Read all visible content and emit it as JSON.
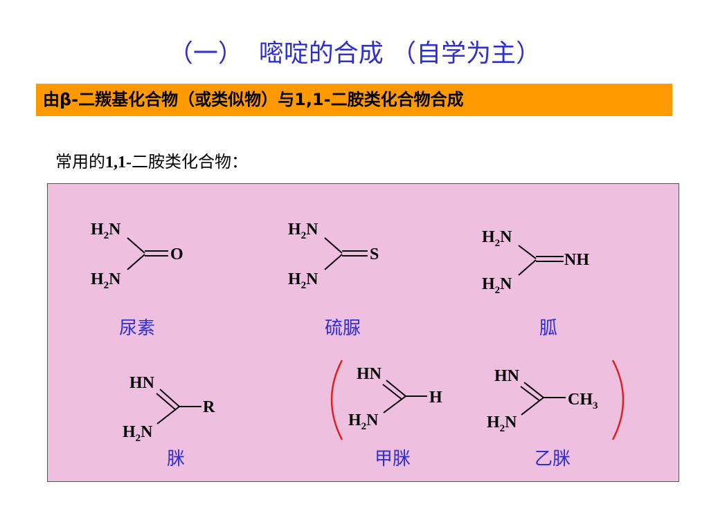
{
  "slide": {
    "title": "（一）  嘧啶的合成 （自学为主）",
    "banner": "由β-二羰基化合物（或类似物）与1,1-二胺类化合物合成",
    "subtitle_prefix": "常用的",
    "subtitle_bold": "1,1-",
    "subtitle_rest": "二胺类化合物：",
    "bracket_color": "#e02020",
    "name_color": "#2f2fcf",
    "panel_color": "#efbfdf",
    "banner_color": "#ff9900"
  },
  "compounds": [
    {
      "id": "urea",
      "name": "尿素",
      "top": "H",
      "top_sub": "2",
      "top_tail": "N",
      "bottom": "H",
      "bottom_sub": "2",
      "bottom_tail": "N",
      "right": "O"
    },
    {
      "id": "thiourea",
      "name": "硫脲",
      "top": "H",
      "top_sub": "2",
      "top_tail": "N",
      "bottom": "H",
      "bottom_sub": "2",
      "bottom_tail": "N",
      "right": "S"
    },
    {
      "id": "guanidine",
      "name": "胍",
      "top": "H",
      "top_sub": "2",
      "top_tail": "N",
      "bottom": "H",
      "bottom_sub": "2",
      "bottom_tail": "N",
      "right": "NH"
    },
    {
      "id": "amidine",
      "name": "脒",
      "top": "HN",
      "bottom": "H",
      "bottom_sub": "2",
      "bottom_tail": "N",
      "right": "R"
    },
    {
      "id": "formamidine",
      "name": "甲脒",
      "top": "HN",
      "bottom": "H",
      "bottom_sub": "2",
      "bottom_tail": "N",
      "right": "H"
    },
    {
      "id": "acetamidine",
      "name": "乙脒",
      "top": "HN",
      "bottom": "H",
      "bottom_sub": "2",
      "bottom_tail": "N",
      "right": "CH",
      "right_sub": "3"
    }
  ]
}
